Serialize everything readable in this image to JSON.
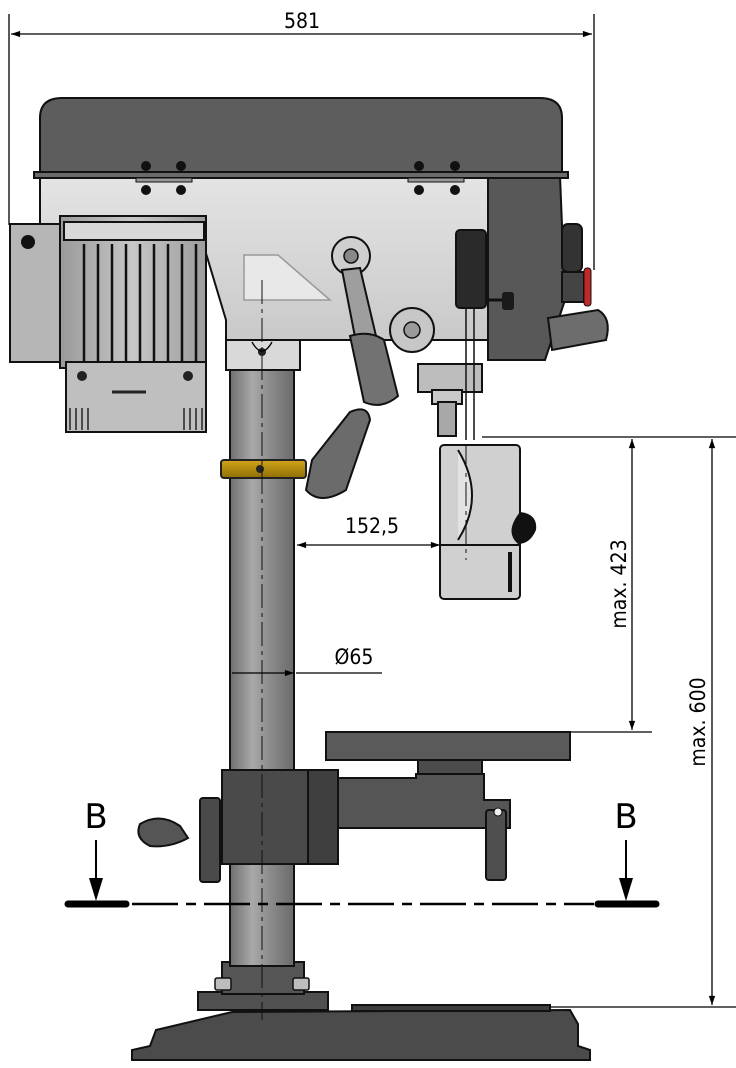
{
  "drawing": {
    "subject": "Bench drill press, side elevation",
    "dimensions": {
      "overall_width": "581",
      "spindle_to_column": "152,5",
      "column_diameter": "Ø65",
      "spindle_to_table": "max. 423",
      "spindle_to_base": "max. 600"
    },
    "section_marks": {
      "left": "B",
      "right": "B"
    },
    "colors": {
      "housing_dark": "#5a5a5a",
      "housing_light": "#d6d6d6",
      "cast_iron": "#4a4a4a",
      "column": "#8c8c8c",
      "depth_stop_ring": "#b8900c",
      "emergency_stop": "#c0282a",
      "line": "#000000"
    }
  }
}
